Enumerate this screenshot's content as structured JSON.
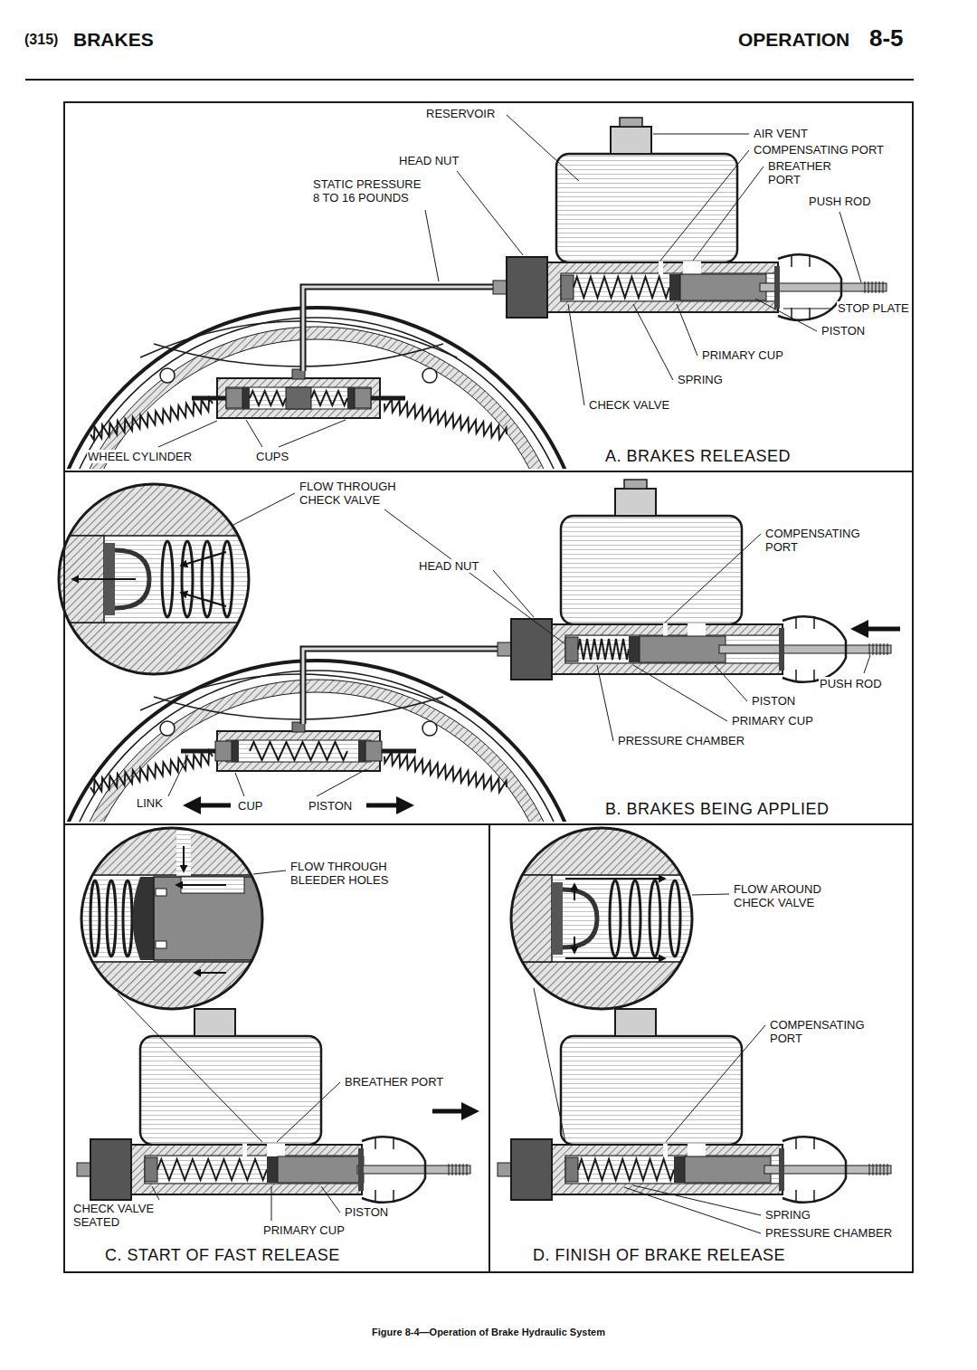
{
  "diagram": {
    "caption": "Figure 8-4—Operation of Brake Hydraulic System",
    "nodes": [
      {
        "text": [
          "A. BRAKES RELEASED"
        ]
      },
      {
        "text": [
          "B. BRAKES BEING APPLIED"
        ]
      },
      {
        "text": [
          "C. START OF FAST RELEASE"
        ]
      },
      {
        "text": [
          "D. FINISH OF BRAKE RELEASE"
        ]
      }
    ],
    "labels": [
      "(315)",
      "BRAKES",
      "OPERATION",
      "8-5",
      "RESERVOIR",
      "AIR VENT",
      "COMPENSATING PORT",
      "BREATHER PORT",
      "PUSH ROD",
      "HEAD NUT",
      "STATIC PRESSURE 8 TO 16 POUNDS",
      "STOP PLATE",
      "PISTON",
      "PRIMARY CUP",
      "SPRING",
      "CHECK VALVE",
      "WHEEL CYLINDER",
      "CUPS",
      "FLOW THROUGH CHECK VALVE",
      "COMPENSATING PORT",
      "HEAD NUT",
      "PUSH ROD",
      "PISTON",
      "PRIMARY CUP",
      "PRESSURE CHAMBER",
      "LINK",
      "CUP",
      "PISTON",
      "FLOW THROUGH BLEEDER HOLES",
      "BREATHER PORT",
      "CHECK VALVE SEATED",
      "PISTON",
      "PRIMARY CUP",
      "FLOW AROUND CHECK VALVE",
      "COMPENSATING PORT",
      "SPRING",
      "PRESSURE CHAMBER"
    ]
  }
}
